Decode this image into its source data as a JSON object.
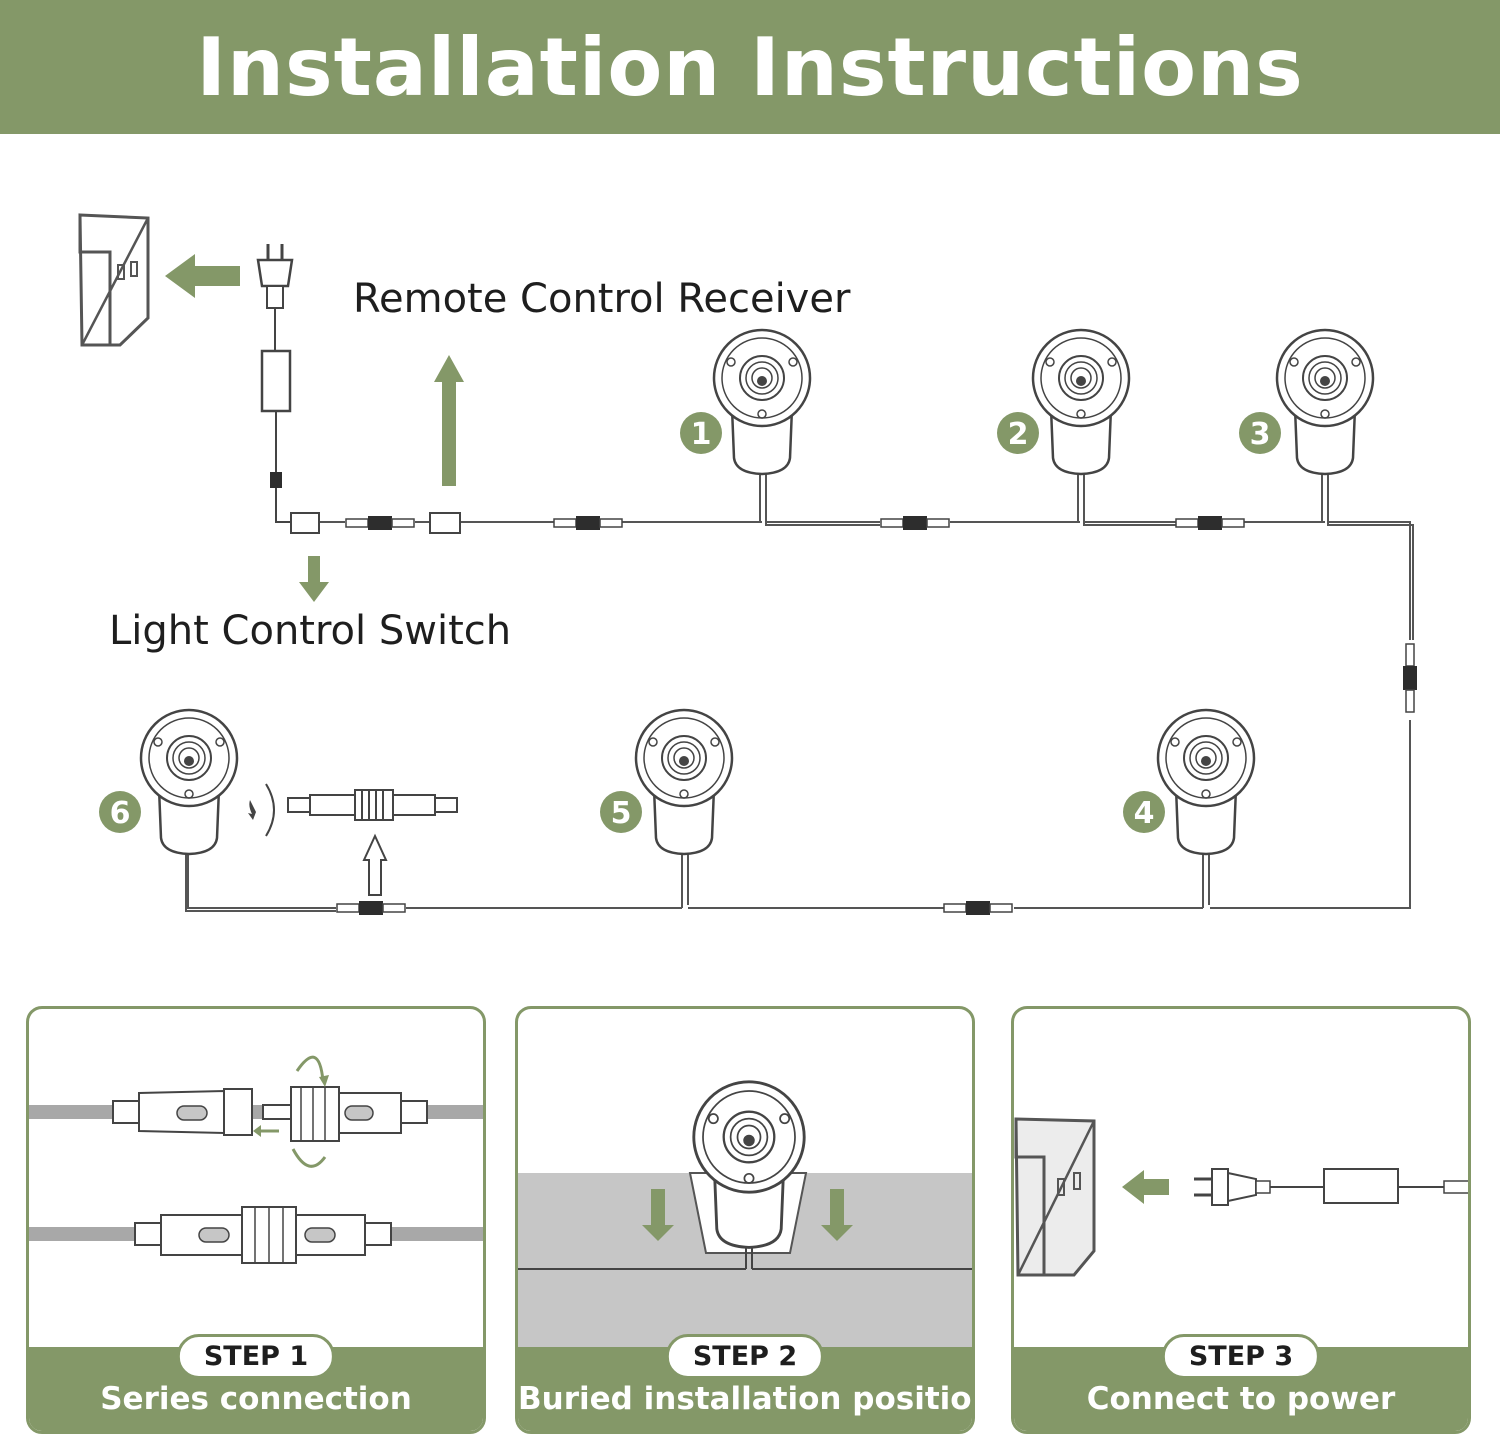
{
  "header": {
    "title": "Installation Instructions"
  },
  "diagram": {
    "receiver_label": "Remote Control Receiver",
    "switch_label": "Light Control Switch",
    "lights": [
      {
        "number": "1"
      },
      {
        "number": "2"
      },
      {
        "number": "3"
      },
      {
        "number": "4"
      },
      {
        "number": "5"
      },
      {
        "number": "6"
      }
    ]
  },
  "steps": [
    {
      "step": "STEP 1",
      "caption": "Series connection"
    },
    {
      "step": "STEP 2",
      "caption": "Buried installation position"
    },
    {
      "step": "STEP 3",
      "caption": "Connect to power"
    }
  ],
  "colors": {
    "accent": "#849868",
    "line": "#555555",
    "ground": "#c6c6c6"
  }
}
